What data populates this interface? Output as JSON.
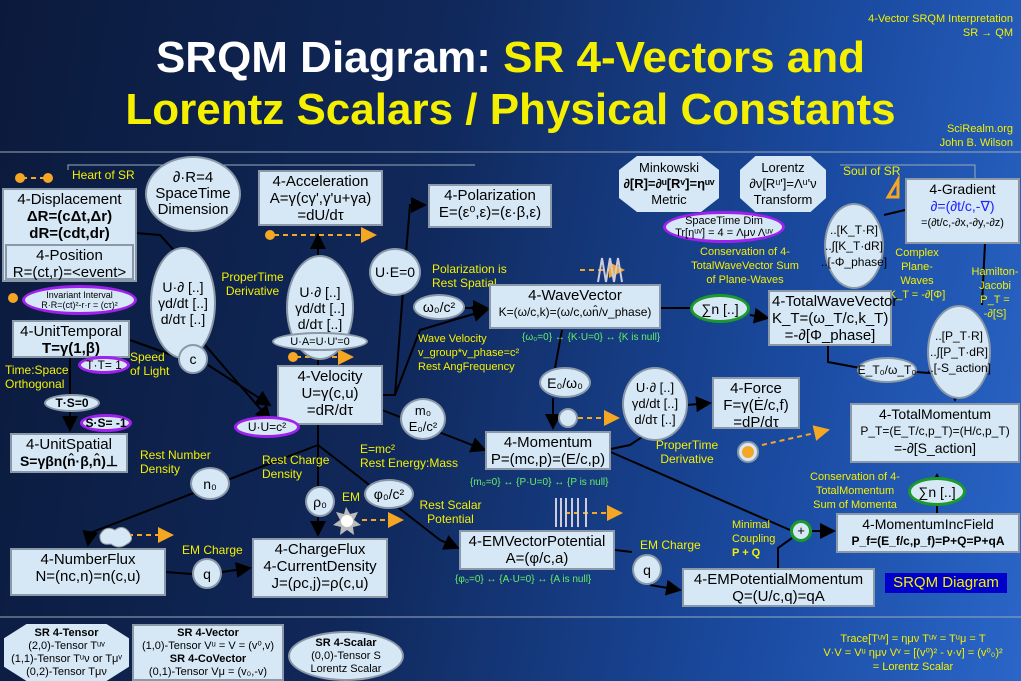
{
  "title": {
    "line1_white": "SRQM Diagram: ",
    "line1_yellow": "SR 4-Vectors and",
    "line2": "Lorentz Scalars / Physical Constants"
  },
  "corner": {
    "top1": "4-Vector SRQM Interpretation",
    "top2": "SR → QM",
    "site": "SciRealm.org",
    "author": "John B. Wilson"
  },
  "labels": {
    "heart": "Heart of SR",
    "soul": "Soul of SR",
    "propertime1": "ProperTime Derivative",
    "propertime2": "ProperTime Derivative",
    "speed": "Speed of Light",
    "timespace": "Time:Space Orthogonal",
    "polarization": "Polarization is Rest Spatial",
    "wavevel1": "Wave Velocity",
    "wavevel2": "v_group*v_phase=c²",
    "wavevel3": "Rest AngFrequency",
    "cons_k": "Conservation of 4-TotalWaveVector Sum of Plane-Waves",
    "complex": "Complex Plane-Waves",
    "complex_eq": "K_T = -∂[Φ]",
    "hj": "Hamilton-Jacobi",
    "hj_eq": "P_T = -∂[S]",
    "emc2": "E=mc²",
    "restenergy": "Rest Energy:Mass",
    "restnumber": "Rest Number Density",
    "restcharge": "Rest Charge Density",
    "em": "EM",
    "restscalar": "Rest Scalar Potential",
    "emcharge1": "EM Charge",
    "emcharge2": "EM Charge",
    "cons_p": "Conservation of 4-TotalMomentum Sum of Momenta",
    "minimal": "Minimal Coupling",
    "pq": "P + Q",
    "srqm_badge": "SRQM Diagram"
  },
  "null_conditions": {
    "k": "{ω₀=0} ↔ {K·U=0} ↔ {K is null}",
    "p": "{m₀=0} ↔ {P·U=0} ↔ {P is null}",
    "a": "{φ₀=0} ↔ {A·U=0} ↔ {A is null}"
  },
  "boxes": {
    "displacement": {
      "title": "4-Displacement",
      "l1": "ΔR=(cΔt,Δr)",
      "l2": "dR=(cdt,dr)"
    },
    "position": {
      "title": "4-Position",
      "l1": "R=(ct,r)=<event>"
    },
    "acceleration": {
      "title": "4-Acceleration",
      "l1": "A=γ(cγ',γ'u+γa)",
      "l2": "=dU/dτ"
    },
    "polarization": {
      "title": "4-Polarization",
      "l1": "E=(ε⁰,ε)=(ε·β,ε)"
    },
    "gradient": {
      "title": "4-Gradient",
      "l1": "∂=(∂t/c,-∇)",
      "l2": "=(∂t/c,-∂x,-∂y,-∂z)"
    },
    "wavevector": {
      "title": "4-WaveVector",
      "l1": "K=(ω/c,k)=(ω/c,ωn̂/v_phase)"
    },
    "totalwave": {
      "title": "4-TotalWaveVector",
      "l1": "K_T=(ω_T/c,k_T)",
      "l2": "=-∂[Φ_phase]"
    },
    "unittemporal": {
      "title": "4-UnitTemporal",
      "l1": "T=γ(1,β)"
    },
    "unitspatial": {
      "title": "4-UnitSpatial",
      "l1": "S=γβn(n̂·β,n̂)⊥"
    },
    "velocity": {
      "title": "4-Velocity",
      "l1": "U=γ(c,u)",
      "l2": "=dR/dτ"
    },
    "force": {
      "title": "4-Force",
      "l1": "F=γ(Ė/c,f)",
      "l2": "=dP/dτ"
    },
    "momentum": {
      "title": "4-Momentum",
      "l1": "P=(mc,p)=(E/c,p)"
    },
    "totalmomentum": {
      "title": "4-TotalMomentum",
      "l1": "P_T=(E_T/c,p_T)=(H/c,p_T)",
      "l2": "=-∂[S_action]"
    },
    "incfield": {
      "title": "4-MomentumIncField",
      "l1": "P_f=(E_f/c,p_f)=P+Q=P+qA"
    },
    "numberflux": {
      "title": "4-NumberFlux",
      "l1": "N=(nc,n)=n(c,u)"
    },
    "chargeflux": {
      "title": "4-ChargeFlux",
      "t2": "4-CurrentDensity",
      "l1": "J=(ρc,j)=ρ(c,u)"
    },
    "emvector": {
      "title": "4-EMVectorPotential",
      "l1": "A=(φ/c,a)"
    },
    "empotmom": {
      "title": "4-EMPotentialMomentum",
      "l1": "Q=(U/c,q)=qA"
    }
  },
  "ellipses": {
    "dimension": [
      "∂·R=4",
      "SpaceTime",
      "Dimension"
    ],
    "interval": [
      "Invariant Interval",
      "R·R=(ct)²-r·r = (cτ)²"
    ],
    "deriv1": [
      "U·∂ [..]",
      "γd/dt [..]",
      "d/dτ [..]"
    ],
    "deriv2": [
      "U·∂ [..]",
      "γd/dt [..]",
      "d/dτ [..]"
    ],
    "deriv3": [
      "U·∂ [..]",
      "γd/dt [..]",
      "d/dτ [..]"
    ],
    "ua": "U·A=U·U'=0",
    "ue": "U·E=0",
    "stdim": [
      "SpaceTime Dim",
      "Tr[ηᵘᵛ] = 4 = Λμν Λᵘᵛ"
    ],
    "kt_r": [
      "..[K_T·R]",
      "..∫[K_T·dR]",
      "..[-Φ_phase]"
    ],
    "pt_r": [
      "..[P_T·R]",
      "..∫[P_T·dR]",
      "..[-S_action]"
    ],
    "sum1": "∑n [..]",
    "sum2": "∑n [..]",
    "et0": "E_T₀/ω_T₀",
    "w0": "ω₀/c²",
    "tt": "T·T= 1",
    "c": "c",
    "ts": "T·S=0",
    "ss": "S·S= -1",
    "uu": "U·U=c²",
    "m0": [
      "m₀",
      "E₀/c²"
    ],
    "e0w0": "E₀/ω₀",
    "n0": "n₀",
    "rho0": "ρ₀",
    "phi0": "φ₀/c²",
    "q1": "q",
    "q2": "q",
    "plus": "+"
  },
  "octagons": {
    "minkowski": [
      "Minkowski",
      "∂[R]=∂ᵘ[Rᵛ]=ηᵘᵛ",
      "Metric"
    ],
    "lorentz": [
      "Lorentz",
      "∂ν[Rᵘ']=Λᵘ'ν",
      "Transform"
    ]
  },
  "legend": {
    "tensor": [
      "SR 4-Tensor",
      "(2,0)-Tensor Tᵘᵛ",
      "(1,1)-Tensor Tᵘν or Tμᵛ",
      "(0,2)-Tensor Tμν"
    ],
    "vector": [
      "SR 4-Vector",
      "(1,0)-Tensor Vᵘ = V = (v⁰,v)",
      "SR 4-CoVector",
      "(0,1)-Tensor Vμ = (v₀,-v)"
    ],
    "scalar": [
      "SR 4-Scalar",
      "(0,0)-Tensor S",
      "Lorentz Scalar"
    ],
    "trace": [
      "Trace[Tᵘᵛ] = ημν Tᵘᵛ = Tᵘμ = T",
      "V·V = Vᵘ ημν Vᵛ = [(v⁰)² - v·v] = (v⁰₀)²",
      "= Lorentz Scalar"
    ]
  },
  "colors": {
    "box": "#d6e8f6",
    "title_yellow": "#f4f000",
    "orange": "#f5a623",
    "null_green": "#66ee66",
    "badge_bg": "#0000cc"
  }
}
